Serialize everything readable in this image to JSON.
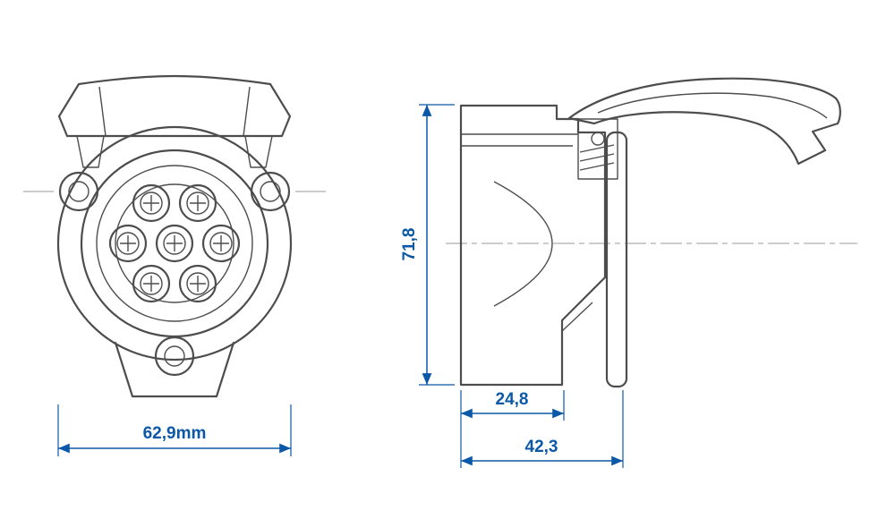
{
  "title": "7-pin trailer socket technical drawing",
  "colors": {
    "dimension": "#0b58a8",
    "outline": "#4d4d4d",
    "centerline": "#9a9a9a",
    "background": "#ffffff"
  },
  "views": {
    "front_view": "front view of 7-pin socket",
    "side_view": "side view of socket with hinged cover"
  },
  "dimensions": {
    "front_width": "62,9mm",
    "side_height": "71,8",
    "body_depth": "24,8",
    "total_depth": "42,3"
  }
}
